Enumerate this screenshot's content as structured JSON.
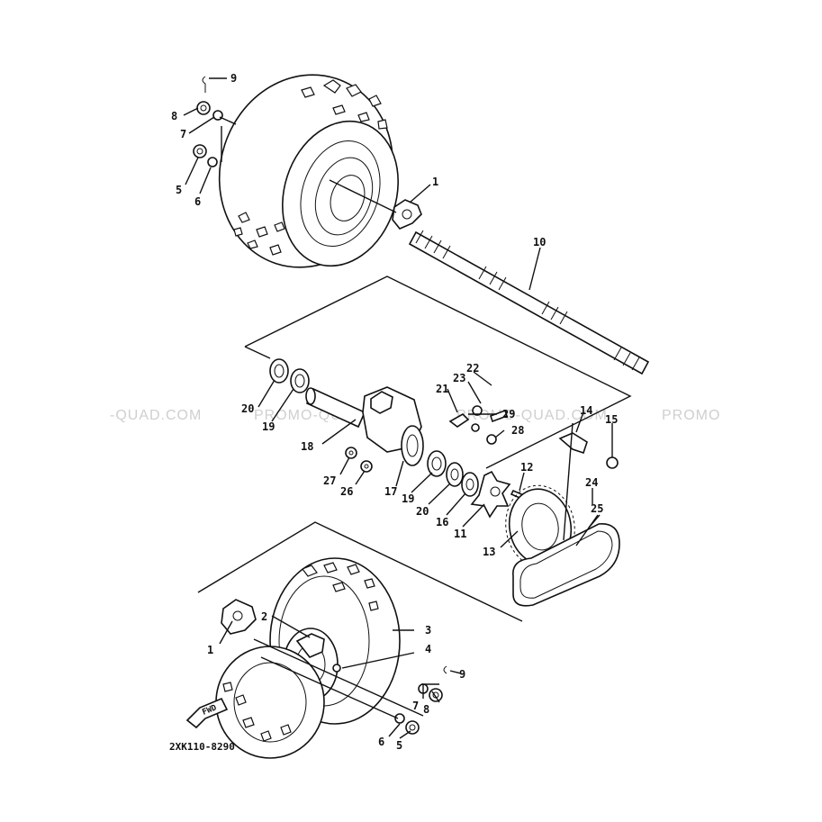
{
  "watermarks": [
    "-QUAD.COM",
    "PROMO-QUAD.COM",
    "PROMO-QUAD.COM",
    "PROMO"
  ],
  "fwd_label": "FWD",
  "diagram_code": "2XK110-8290",
  "callouts": {
    "c1_top": "1",
    "c9_top": "9",
    "c8_top": "8",
    "c7_top": "7",
    "c5_top": "5",
    "c6_top": "6",
    "c10": "10",
    "c20_left": "20",
    "c19_left": "19",
    "c18": "18",
    "c22": "22",
    "c23": "23",
    "c21": "21",
    "c29": "29",
    "c28": "28",
    "c14": "14",
    "c15": "15",
    "c27": "27",
    "c26": "26",
    "c17": "17",
    "c19_mid": "19",
    "c20_mid": "20",
    "c16": "16",
    "c11": "11",
    "c12": "12",
    "c13": "13",
    "c24": "24",
    "c25": "25",
    "c2": "2",
    "c3": "3",
    "c4": "4",
    "c1_bottom": "1",
    "c9_bottom": "9",
    "c7_bottom": "7",
    "c8_bottom": "8",
    "c6_bottom": "6",
    "c5_bottom": "5"
  }
}
